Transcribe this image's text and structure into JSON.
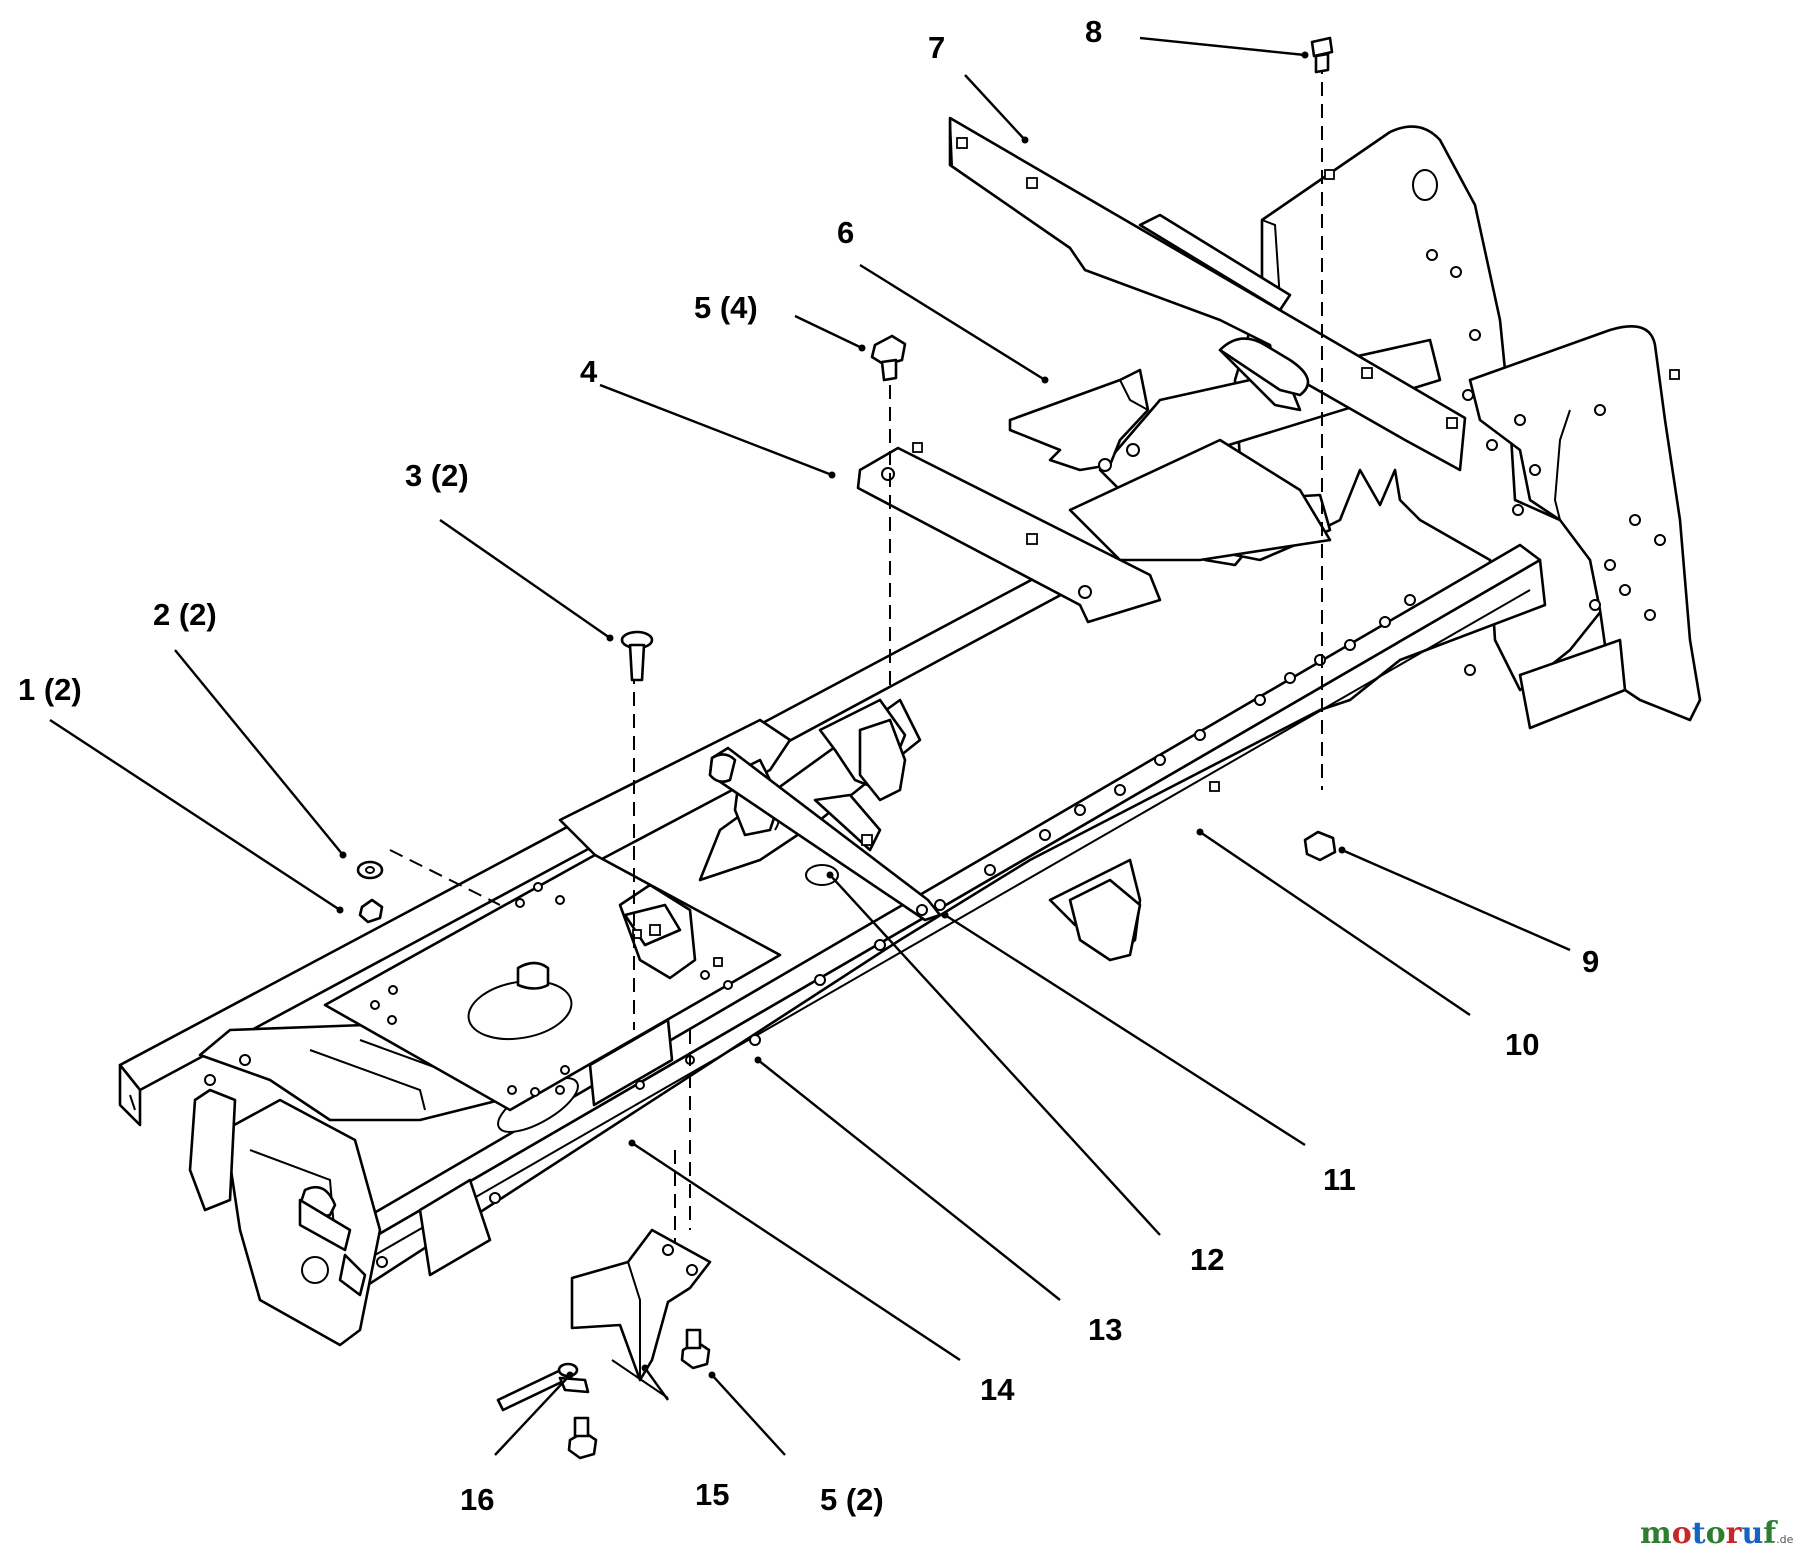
{
  "callouts": [
    {
      "id": "1",
      "label": "1 (2)"
    },
    {
      "id": "2",
      "label": "2 (2)"
    },
    {
      "id": "3",
      "label": "3 (2)"
    },
    {
      "id": "4",
      "label": "4"
    },
    {
      "id": "5a",
      "label": "5 (4)"
    },
    {
      "id": "5b",
      "label": "5 (2)"
    },
    {
      "id": "6",
      "label": "6"
    },
    {
      "id": "7",
      "label": "7"
    },
    {
      "id": "8",
      "label": "8"
    },
    {
      "id": "9",
      "label": "9"
    },
    {
      "id": "10",
      "label": "10"
    },
    {
      "id": "11",
      "label": "11"
    },
    {
      "id": "12",
      "label": "12"
    },
    {
      "id": "13",
      "label": "13"
    },
    {
      "id": "14",
      "label": "14"
    },
    {
      "id": "15",
      "label": "15"
    },
    {
      "id": "16",
      "label": "16"
    }
  ],
  "watermark": {
    "letters": [
      "m",
      "o",
      "t",
      "o",
      "r",
      "u",
      "f"
    ],
    "letter_colors": [
      "#2e7d32",
      "#c62828",
      "#1565c0",
      "#2e7d32",
      "#c62828",
      "#1565c0",
      "#2e7d32"
    ],
    "suffix": ".de"
  }
}
